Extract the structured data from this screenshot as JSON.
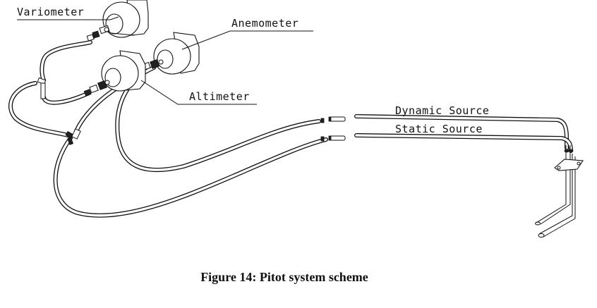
{
  "labels": {
    "variometer": "Variometer",
    "anemometer": "Anemometer",
    "altimeter": "Altimeter",
    "dynamic_source": "Dynamic Source",
    "static_source": "Static Source"
  },
  "caption": "Figure 14: Pitot system scheme"
}
